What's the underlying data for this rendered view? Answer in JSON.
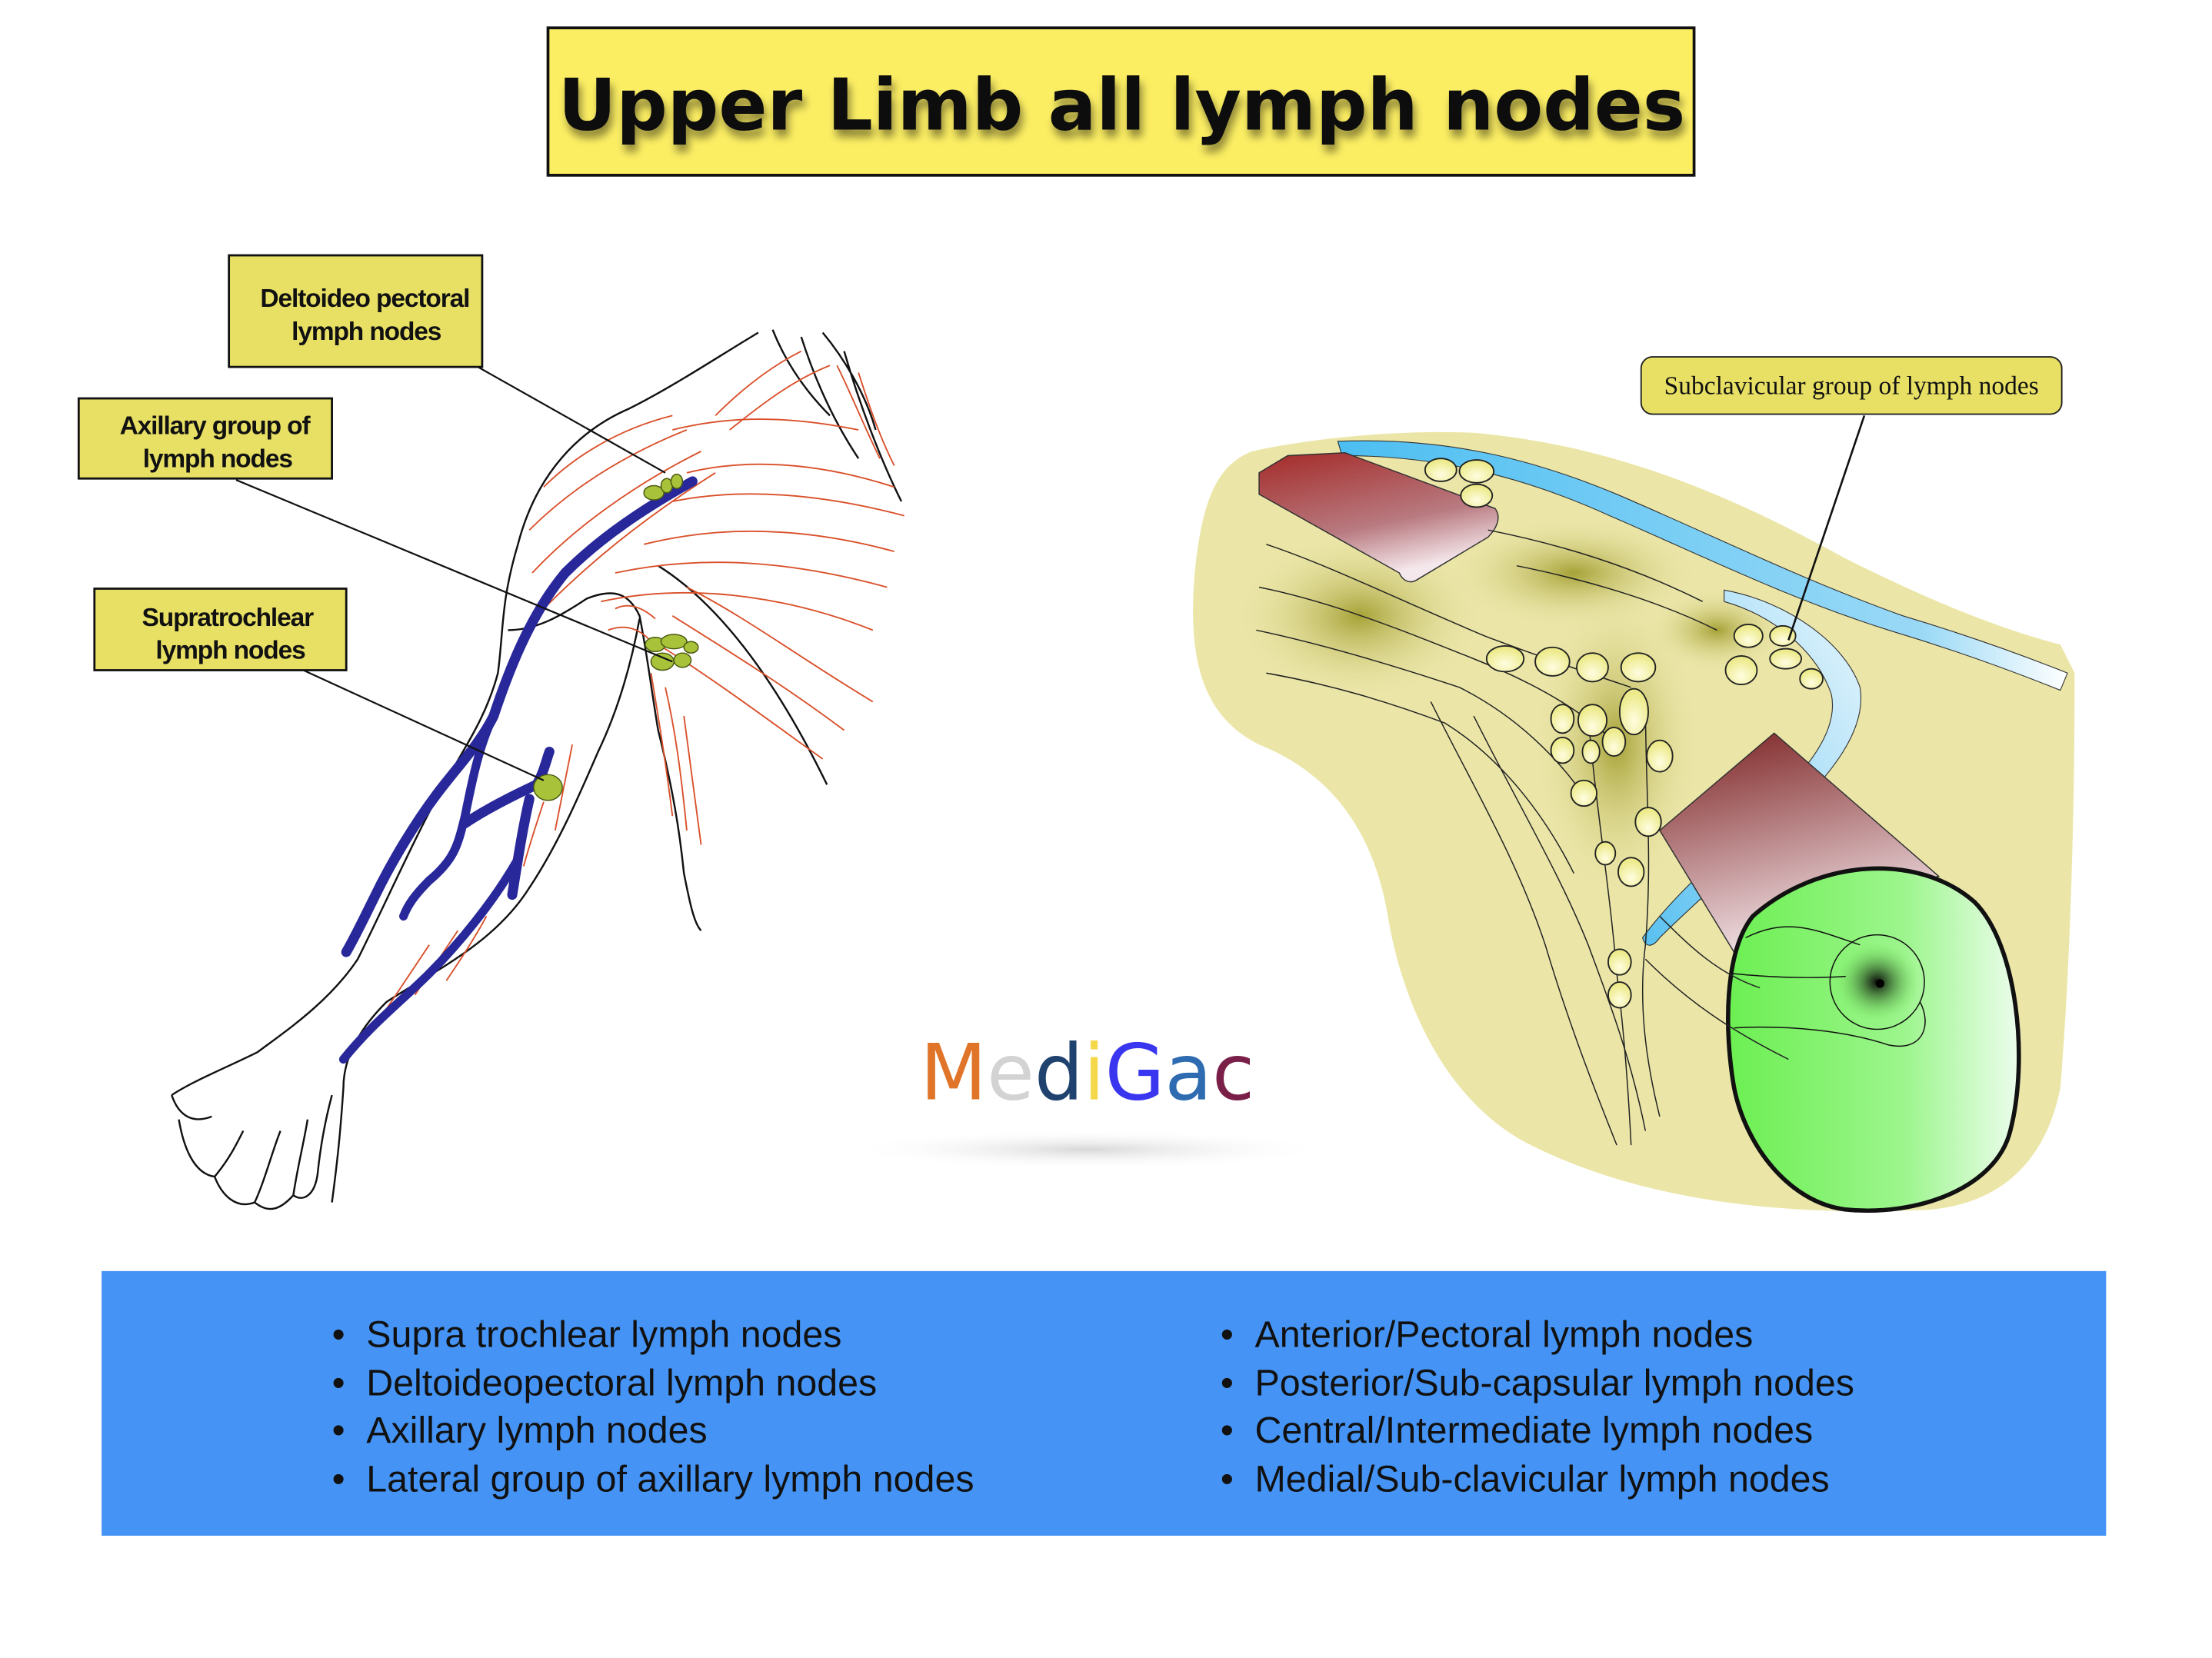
{
  "title": "Upper Limb all lymph nodes",
  "colors": {
    "title_bg": "#fcee63",
    "label_bg": "#e8e065",
    "vein": "#28289a",
    "muscle_lines": "#d9502a",
    "node_left": "#a8c23a",
    "node_right": "#f4f2a6",
    "skin_right": "#ebe6a8",
    "clavicle_blue": "#5cc6f4",
    "muscle_red": "#9a2a2a",
    "humerus_green": "#7aee62",
    "panel_blue": "#4594f5"
  },
  "left_diagram": {
    "name": "Arm lymph drainage (anterior view)",
    "labels": [
      {
        "id": "deltoideo",
        "lines": [
          "Deltoideo pectoral",
          "lymph nodes"
        ]
      },
      {
        "id": "axillary",
        "lines": [
          "Axillary group of",
          "lymph nodes"
        ]
      },
      {
        "id": "supratrochlear",
        "lines": [
          "Supratrochlear",
          "lymph nodes"
        ]
      }
    ]
  },
  "right_diagram": {
    "name": "Axilla cross-section",
    "labels": [
      {
        "id": "subclavicular",
        "text": "Subclavicular group of lymph nodes"
      }
    ]
  },
  "logo": {
    "letters": [
      {
        "char": "M",
        "color": "#e07428"
      },
      {
        "char": "e",
        "color": "#d3d3d3"
      },
      {
        "char": "d",
        "color": "#1f426f"
      },
      {
        "char": "i",
        "color": "#f5d84a"
      },
      {
        "char": "G",
        "color": "#3a36f0"
      },
      {
        "char": "a",
        "color": "#2e6bb0"
      },
      {
        "char": "c",
        "color": "#7a2048"
      }
    ]
  },
  "summary": {
    "left_column": [
      "Supra trochlear lymph nodes",
      "Deltoideopectoral lymph nodes",
      "Axillary lymph nodes",
      "Lateral group of axillary lymph nodes"
    ],
    "right_column": [
      "Anterior/Pectoral lymph nodes",
      "Posterior/Sub-capsular lymph nodes",
      "Central/Intermediate lymph nodes",
      "Medial/Sub-clavicular lymph nodes"
    ],
    "bullet": "•"
  }
}
